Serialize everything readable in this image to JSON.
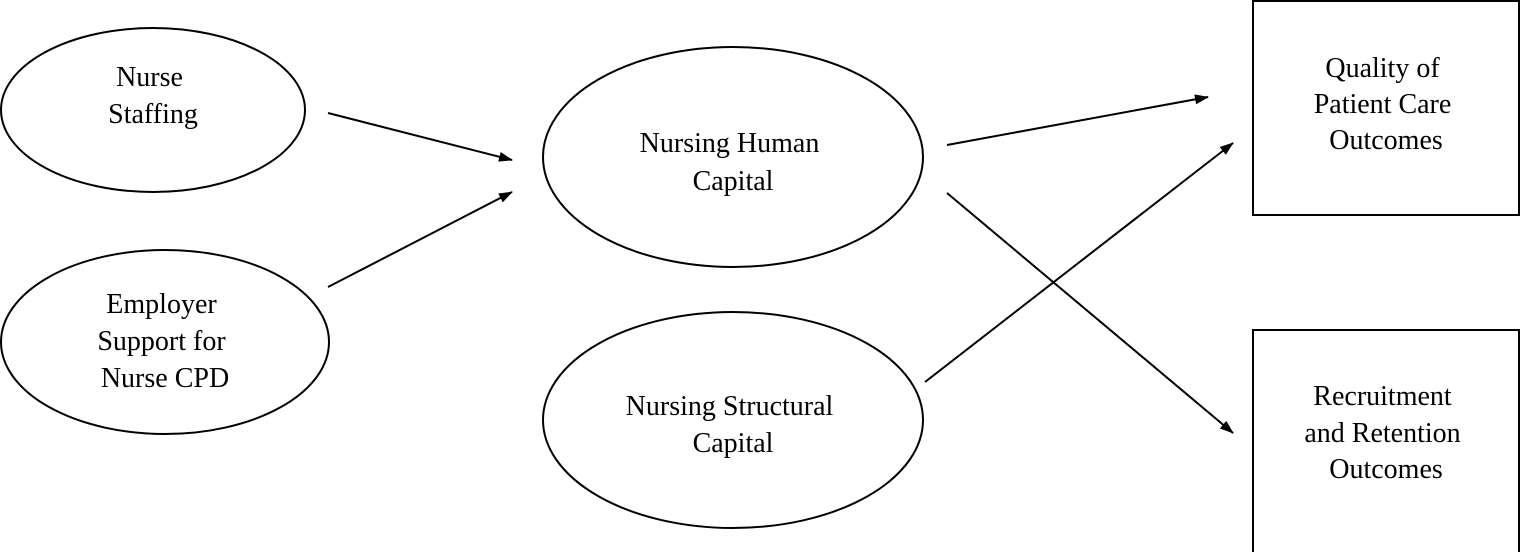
{
  "diagram": {
    "nodes": [
      {
        "id": "nurse-staffing",
        "shape": "ellipse",
        "lines": [
          "Nurse",
          "Staffing"
        ]
      },
      {
        "id": "employer-support",
        "shape": "ellipse",
        "lines": [
          "Employer",
          "Support for",
          "Nurse CPD"
        ]
      },
      {
        "id": "nursing-human-capital",
        "shape": "ellipse",
        "lines": [
          "Nursing Human",
          "Capital"
        ]
      },
      {
        "id": "nursing-structural-capital",
        "shape": "ellipse",
        "lines": [
          "Nursing Structural",
          "Capital"
        ]
      },
      {
        "id": "quality-patient-care",
        "shape": "rectangle",
        "lines": [
          "Quality of",
          "Patient Care",
          "Outcomes"
        ]
      },
      {
        "id": "recruitment-retention",
        "shape": "rectangle",
        "lines": [
          "Recruitment",
          "and Retention",
          "Outcomes"
        ]
      }
    ],
    "edges": [
      {
        "from": "nurse-staffing",
        "to": "nursing-human-capital"
      },
      {
        "from": "employer-support",
        "to": "nursing-human-capital"
      },
      {
        "from": "nursing-human-capital",
        "to": "quality-patient-care"
      },
      {
        "from": "nursing-human-capital",
        "to": "recruitment-retention"
      },
      {
        "from": "nursing-structural-capital",
        "to": "quality-patient-care"
      }
    ]
  }
}
